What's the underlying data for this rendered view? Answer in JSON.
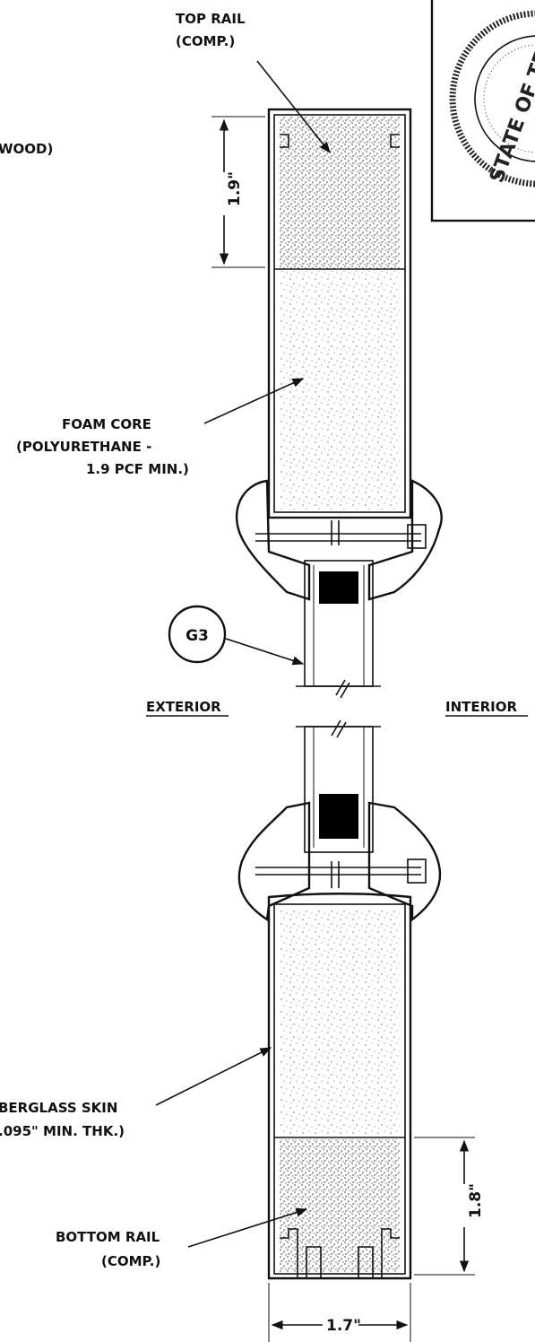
{
  "labels": {
    "top_rail_1": "TOP RAIL",
    "top_rail_2": "(COMP.)",
    "wood": "WOOD)",
    "foam_1": "FOAM CORE",
    "foam_2": "(POLYURETHANE -",
    "foam_3": "1.9 PCF MIN.)",
    "g3": "G3",
    "exterior": "EXTERIOR",
    "interior": "INTERIOR",
    "skin_1": "BERGLASS SKIN",
    "skin_2": ".095\" MIN. THK.)",
    "bottom_rail_1": "BOTTOM RAIL",
    "bottom_rail_2": "(COMP.)",
    "dim_top": "1.9\"",
    "dim_bottom": "1.8\"",
    "dim_width": "1.7\"",
    "seal_text": "STATE OF TEX"
  },
  "colors": {
    "ink": "#111111",
    "paper": "#ffffff",
    "glazing_bead": "#000000"
  },
  "icons": {
    "seal": "state-seal-icon",
    "break": "break-line-icon",
    "arrow": "arrowhead-icon"
  }
}
